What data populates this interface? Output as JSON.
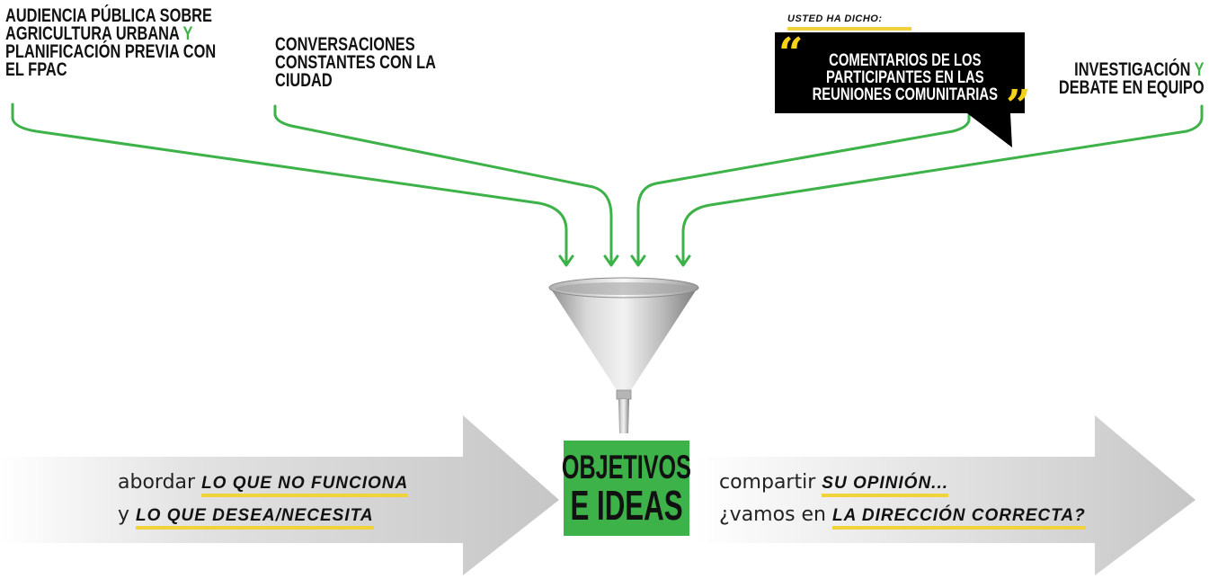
{
  "sources": {
    "audiencia": {
      "line1": "AUDIENCIA PÚBLICA SOBRE",
      "line2a": "AGRICULTURA URBANA",
      "line2b": "Y",
      "line3": "PLANIFICACIÓN PREVIA CON",
      "line4": "EL FPAC"
    },
    "conversaciones": {
      "line1": "CONVERSACIONES",
      "line2": "CONSTANTES CON LA",
      "line3": "CIUDAD"
    },
    "comentarios": {
      "said_label": "USTED HA DICHO:",
      "line1": "COMENTARIOS DE LOS",
      "line2": "PARTICIPANTES EN LAS",
      "line3": "REUNIONES COMUNITARIAS",
      "open_quote": "“",
      "close_quote": "”"
    },
    "investigacion": {
      "line1a": "INVESTIGACIÓN",
      "line1b": "Y",
      "line2": "DEBATE EN EQUIPO"
    }
  },
  "center": {
    "line1": "OBJETIVOS",
    "line2": "E IDEAS"
  },
  "left_text": {
    "row1_plain": "abordar",
    "row1_highlight": "LO QUE NO FUNCIONA",
    "row2_plain": "y",
    "row2_highlight": "LO QUE DESEA/NECESITA"
  },
  "right_text": {
    "row1_plain": "compartir",
    "row1_highlight": "SU OPINIÓN...",
    "row2_plain": "¿vamos en",
    "row2_highlight": "LA DIRECCIÓN CORRECTA?"
  },
  "colors": {
    "green": "#3db249",
    "yellow": "#f2d23a",
    "black": "#000000",
    "grey_arrow": "#c8c8c8"
  },
  "icons": [
    "funnel-icon"
  ]
}
